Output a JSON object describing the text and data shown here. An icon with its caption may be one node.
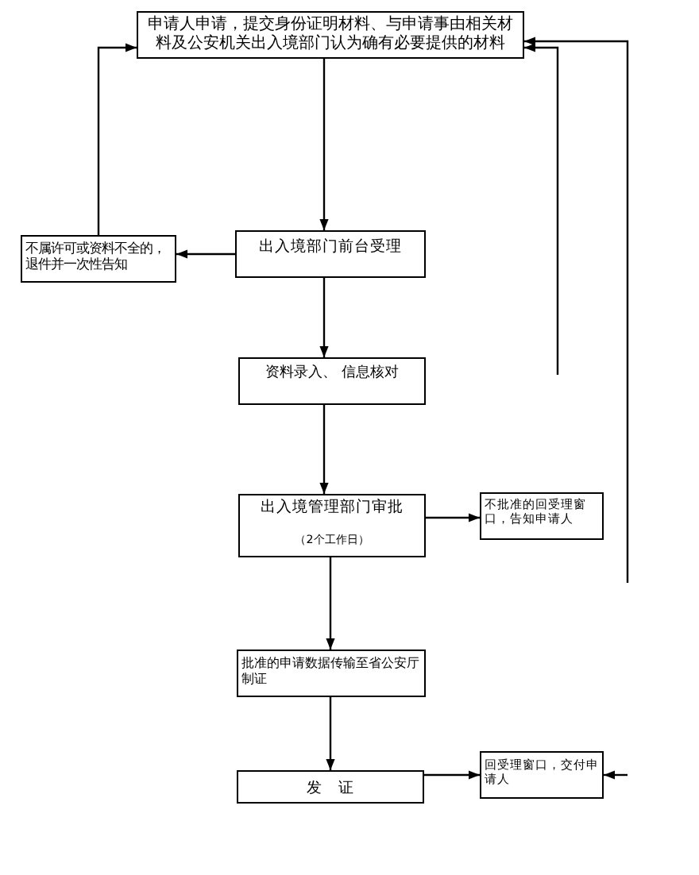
{
  "diagram": {
    "nodes": [
      {
        "text": [
          "申请人申请，提交身份证明材料、与申请事由相关材料及公安机关出入境部门认为确有必要提供的材料"
        ]
      },
      {
        "text": [
          "出入境部门前台受理"
        ]
      },
      {
        "text": [
          "不属许可或资料不全的，退件并一次性告知"
        ]
      },
      {
        "text": [
          "资料录入、 信息核对"
        ]
      },
      {
        "text": [
          "出入境管理部门审批",
          "（2个工作日）"
        ]
      },
      {
        "text": [
          "不批准的回受理窗口，告知申请人"
        ]
      },
      {
        "text": [
          "批准的申请数据传输至省公安厅制证"
        ]
      },
      {
        "text": [
          "发　证"
        ]
      },
      {
        "text": [
          "回受理窗口，交付申请人"
        ]
      }
    ],
    "edges": [
      {
        "from": 0,
        "to": 1,
        "arrow": "to"
      },
      {
        "from": 1,
        "to": 2,
        "arrow": "to"
      },
      {
        "from": 2,
        "to": 0,
        "arrow": "to"
      },
      {
        "from": 1,
        "to": 3,
        "arrow": "to"
      },
      {
        "from": 3,
        "to": 4,
        "arrow": "to"
      },
      {
        "from": 4,
        "to": 5,
        "arrow": "to"
      },
      {
        "from": 4,
        "to": 6,
        "arrow": "to"
      },
      {
        "from": 6,
        "to": 7,
        "arrow": "to"
      },
      {
        "from": 7,
        "to": 8,
        "arrow": "to"
      },
      {
        "from": null,
        "to": 0,
        "arrow": "to"
      },
      {
        "from": null,
        "to": 0,
        "arrow": "to"
      },
      {
        "from": null,
        "to": 8,
        "arrow": "to"
      }
    ]
  }
}
